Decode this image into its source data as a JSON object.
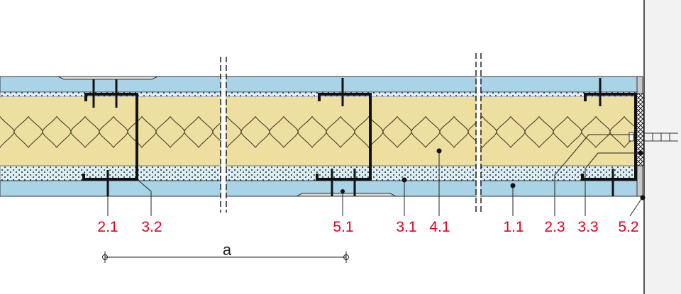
{
  "labels": [
    "2.1",
    "3.2",
    "5.1",
    "3.1",
    "4.1",
    "1.1",
    "2.3",
    "3.3",
    "5.2"
  ],
  "dimension_label": "a",
  "colors": {
    "board": "#a9d3e6",
    "insulation": "#ecdf9f",
    "label": "#e3001b",
    "wall": "#f2f2f2"
  }
}
